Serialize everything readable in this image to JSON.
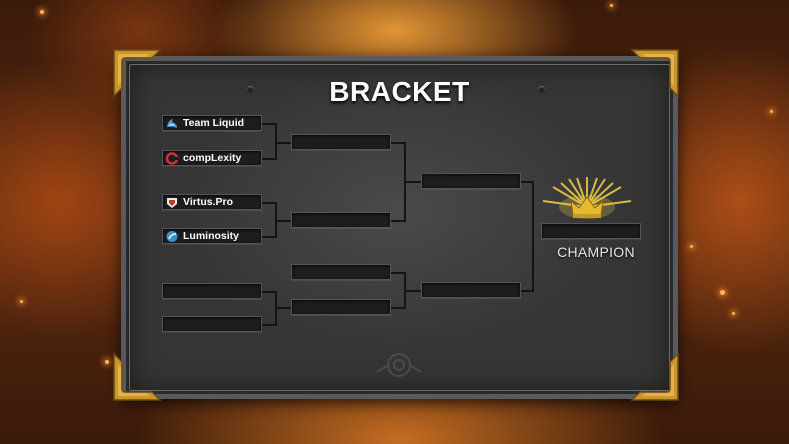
{
  "title": "BRACKET",
  "champion_label": "CHAMPION",
  "round1": [
    {
      "name": "Team Liquid",
      "logo": "team-liquid-logo"
    },
    {
      "name": "compLexity",
      "logo": "complexity-logo"
    },
    {
      "name": "Virtus.Pro",
      "logo": "virtus-pro-logo"
    },
    {
      "name": "Luminosity",
      "logo": "luminosity-logo"
    },
    {
      "name": "",
      "logo": ""
    },
    {
      "name": "",
      "logo": ""
    }
  ],
  "colors": {
    "panel": "#3f3f41",
    "slot": "#1d1d1e",
    "gold_trim": "#c9962e",
    "crown": "#f5d145"
  }
}
